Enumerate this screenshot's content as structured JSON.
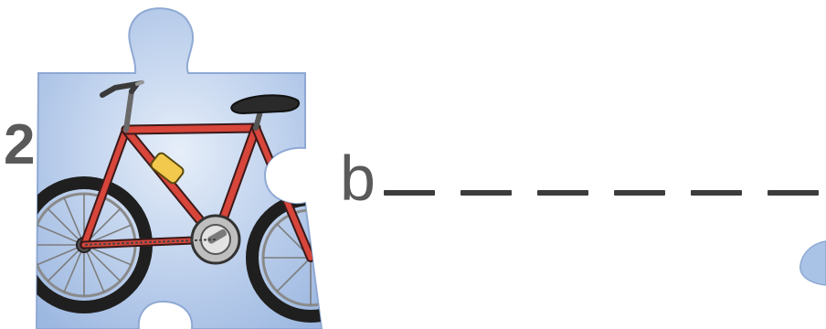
{
  "exercise": {
    "number": "2",
    "letter": "b",
    "blank_count": 6
  },
  "illustration": {
    "subject": "bicycle-icon",
    "puzzle_color": "#a9c3e6",
    "frame_color": "#d7453b"
  }
}
